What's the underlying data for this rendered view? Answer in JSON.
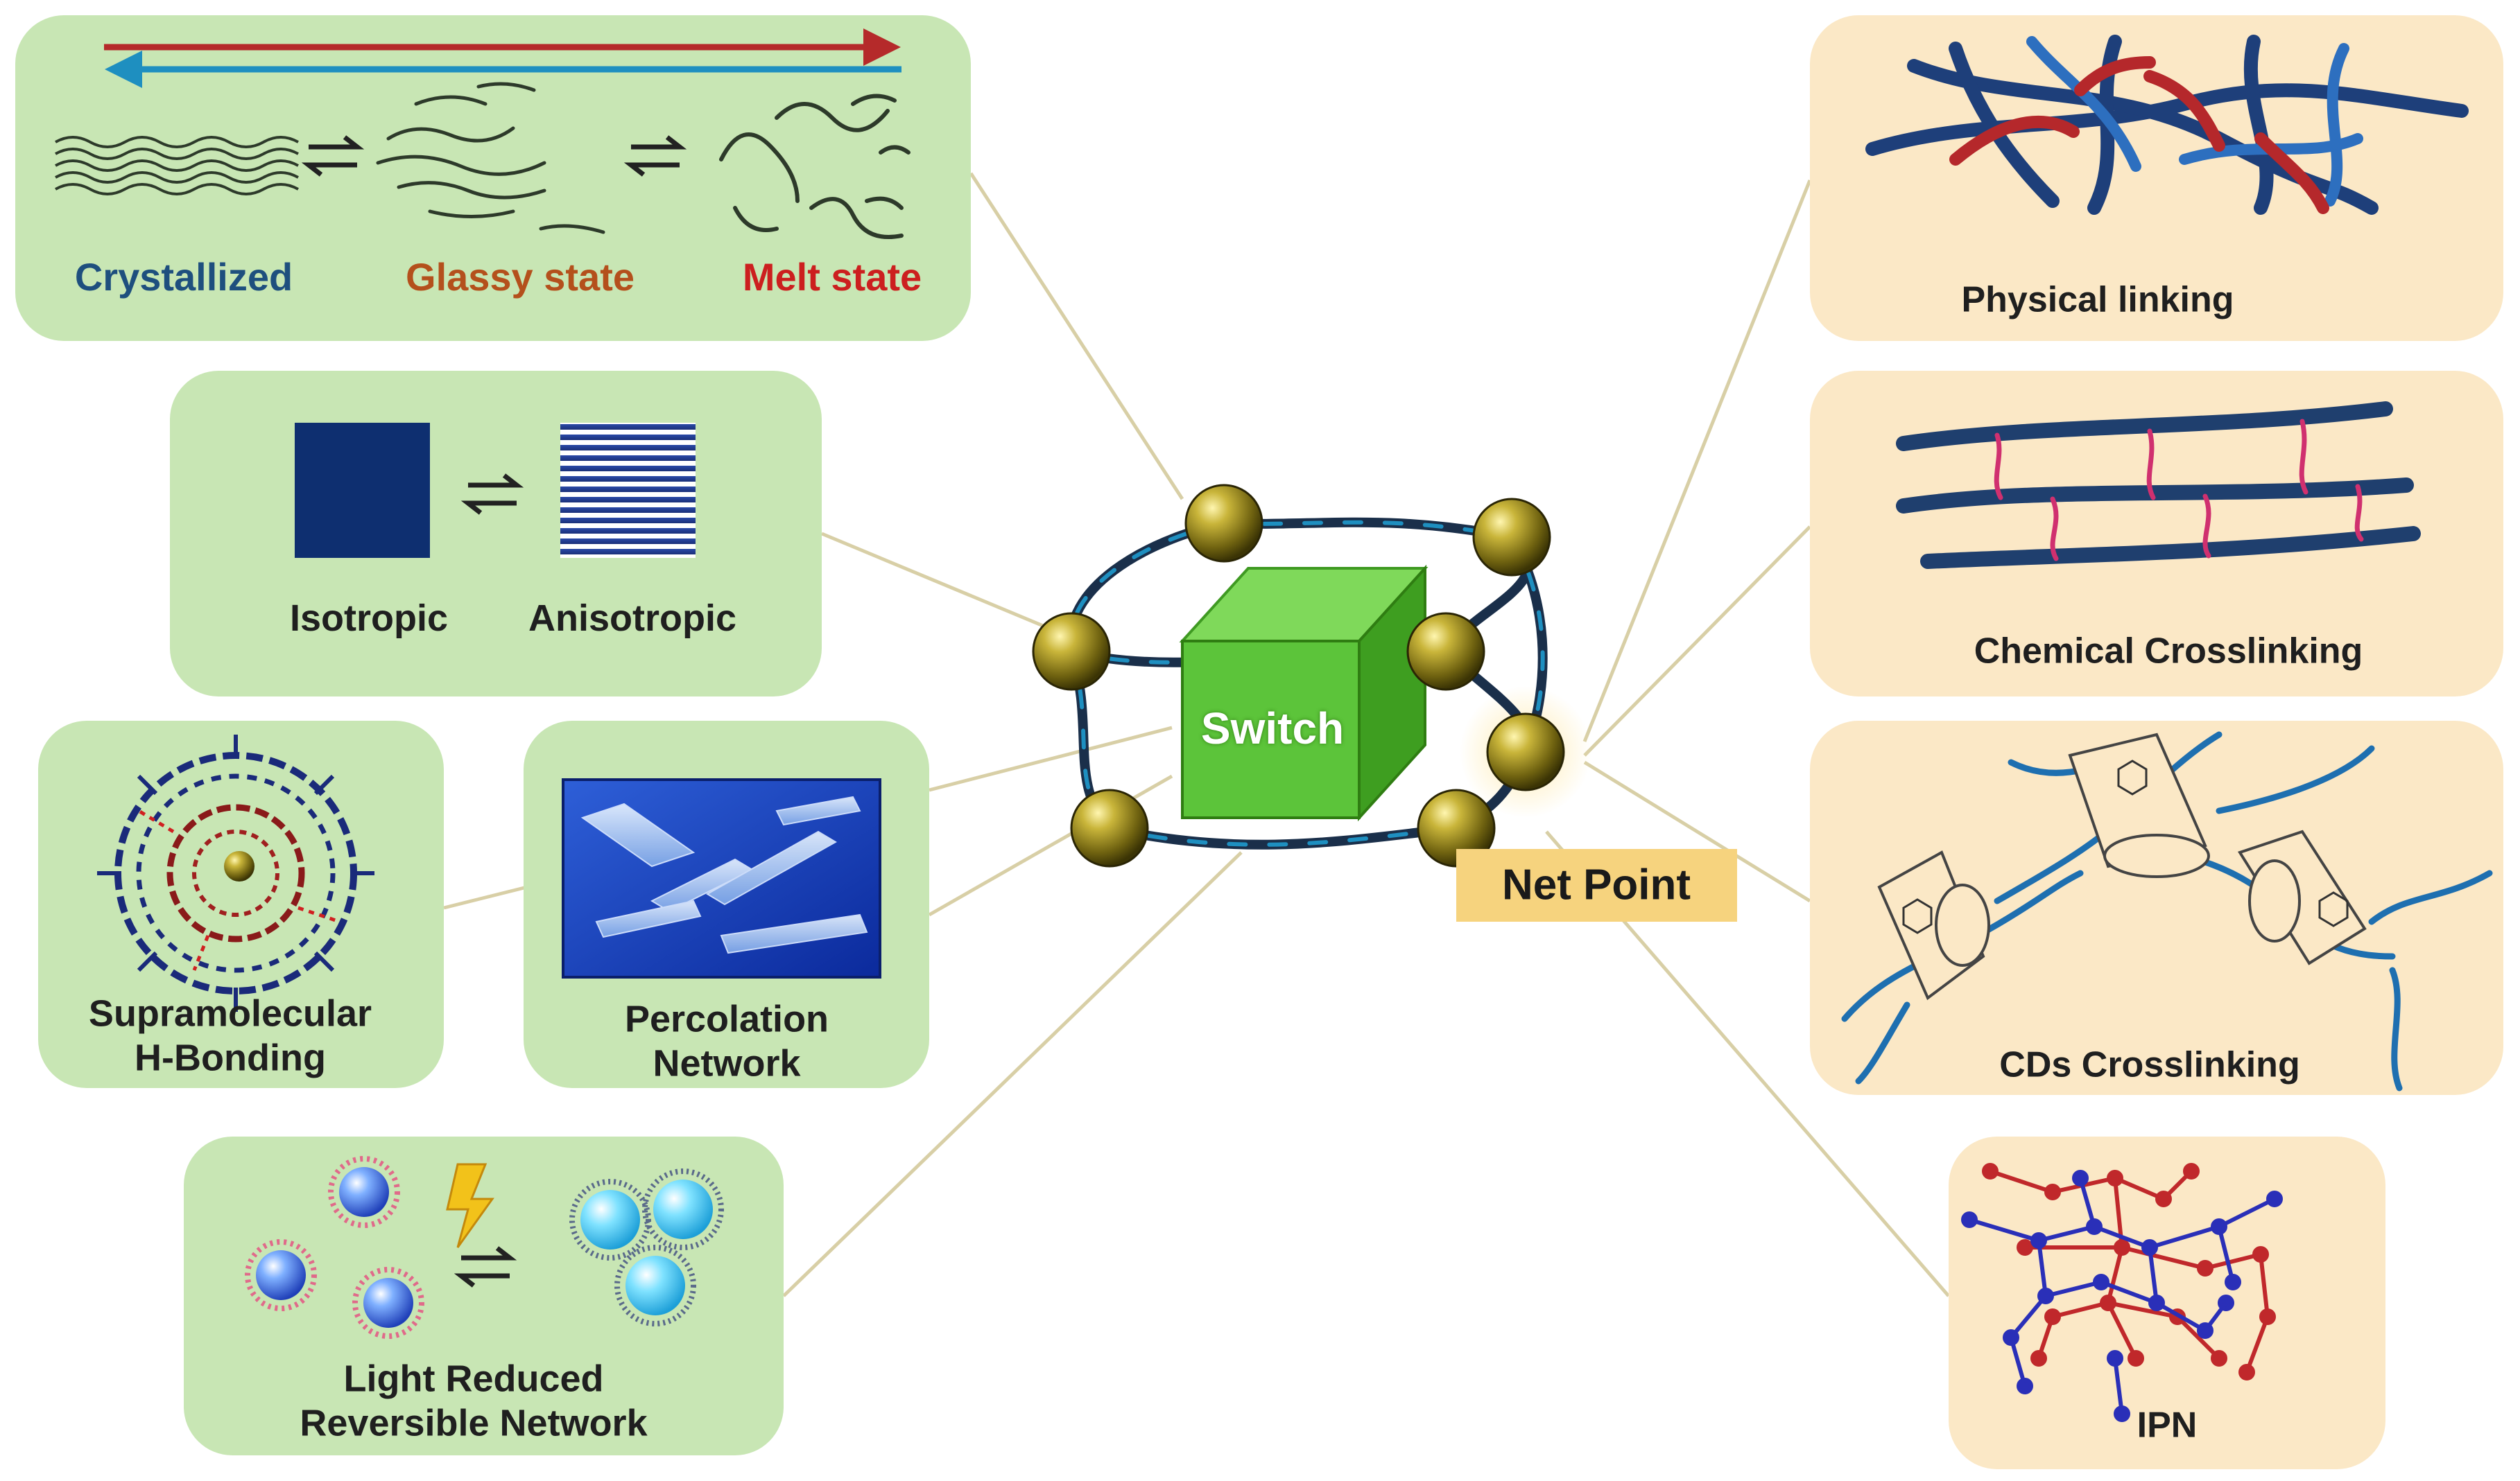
{
  "colors": {
    "left_panel_fill": "#c8e6b4",
    "right_panel_fill": "#fbe8c6",
    "connector": "#d8cfa6",
    "switch_cube": "#5cc43a",
    "net_point_bead": "#8a7a18",
    "net_point_tag": "#f6d37e",
    "chain_dark": "#1f3f6e",
    "chain_red": "#b52a2a",
    "chain_cyan": "#1e8fc0",
    "crosslink": "#d0306f"
  },
  "states": {
    "crystallized": {
      "label": "Crystallized",
      "color": "#1e4f7e"
    },
    "glassy": {
      "label": "Glassy state",
      "color": "#b4501c"
    },
    "melt": {
      "label": "Melt state",
      "color": "#cc1f1f"
    }
  },
  "orientation": {
    "isotropic": "Isotropic",
    "anisotropic": "Anisotropic"
  },
  "supramolecular": {
    "line1": "Supramolecular",
    "line2": "H-Bonding"
  },
  "percolation": {
    "line1": "Percolation",
    "line2": "Network"
  },
  "light": {
    "line1": "Light Reduced",
    "line2": "Reversible Network"
  },
  "center": {
    "switch_label": "Switch",
    "net_point_label": "Net Point"
  },
  "right": {
    "physical": "Physical linking",
    "chemical": "Chemical Crosslinking",
    "cds": "CDs Crosslinking",
    "ipn": "IPN"
  },
  "icons": {
    "equilibrium": "equilibrium-arrows-icon",
    "lightning": "lightning-bolt-icon"
  }
}
